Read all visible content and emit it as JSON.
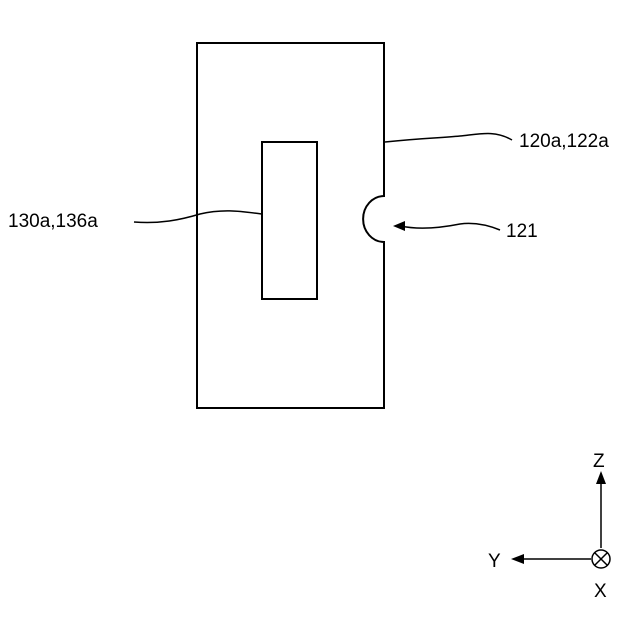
{
  "labels": {
    "plate": "120a,122a",
    "notch": "121",
    "window": "130a,136a"
  },
  "axes": {
    "z": "Z",
    "y": "Y",
    "x": "X"
  }
}
